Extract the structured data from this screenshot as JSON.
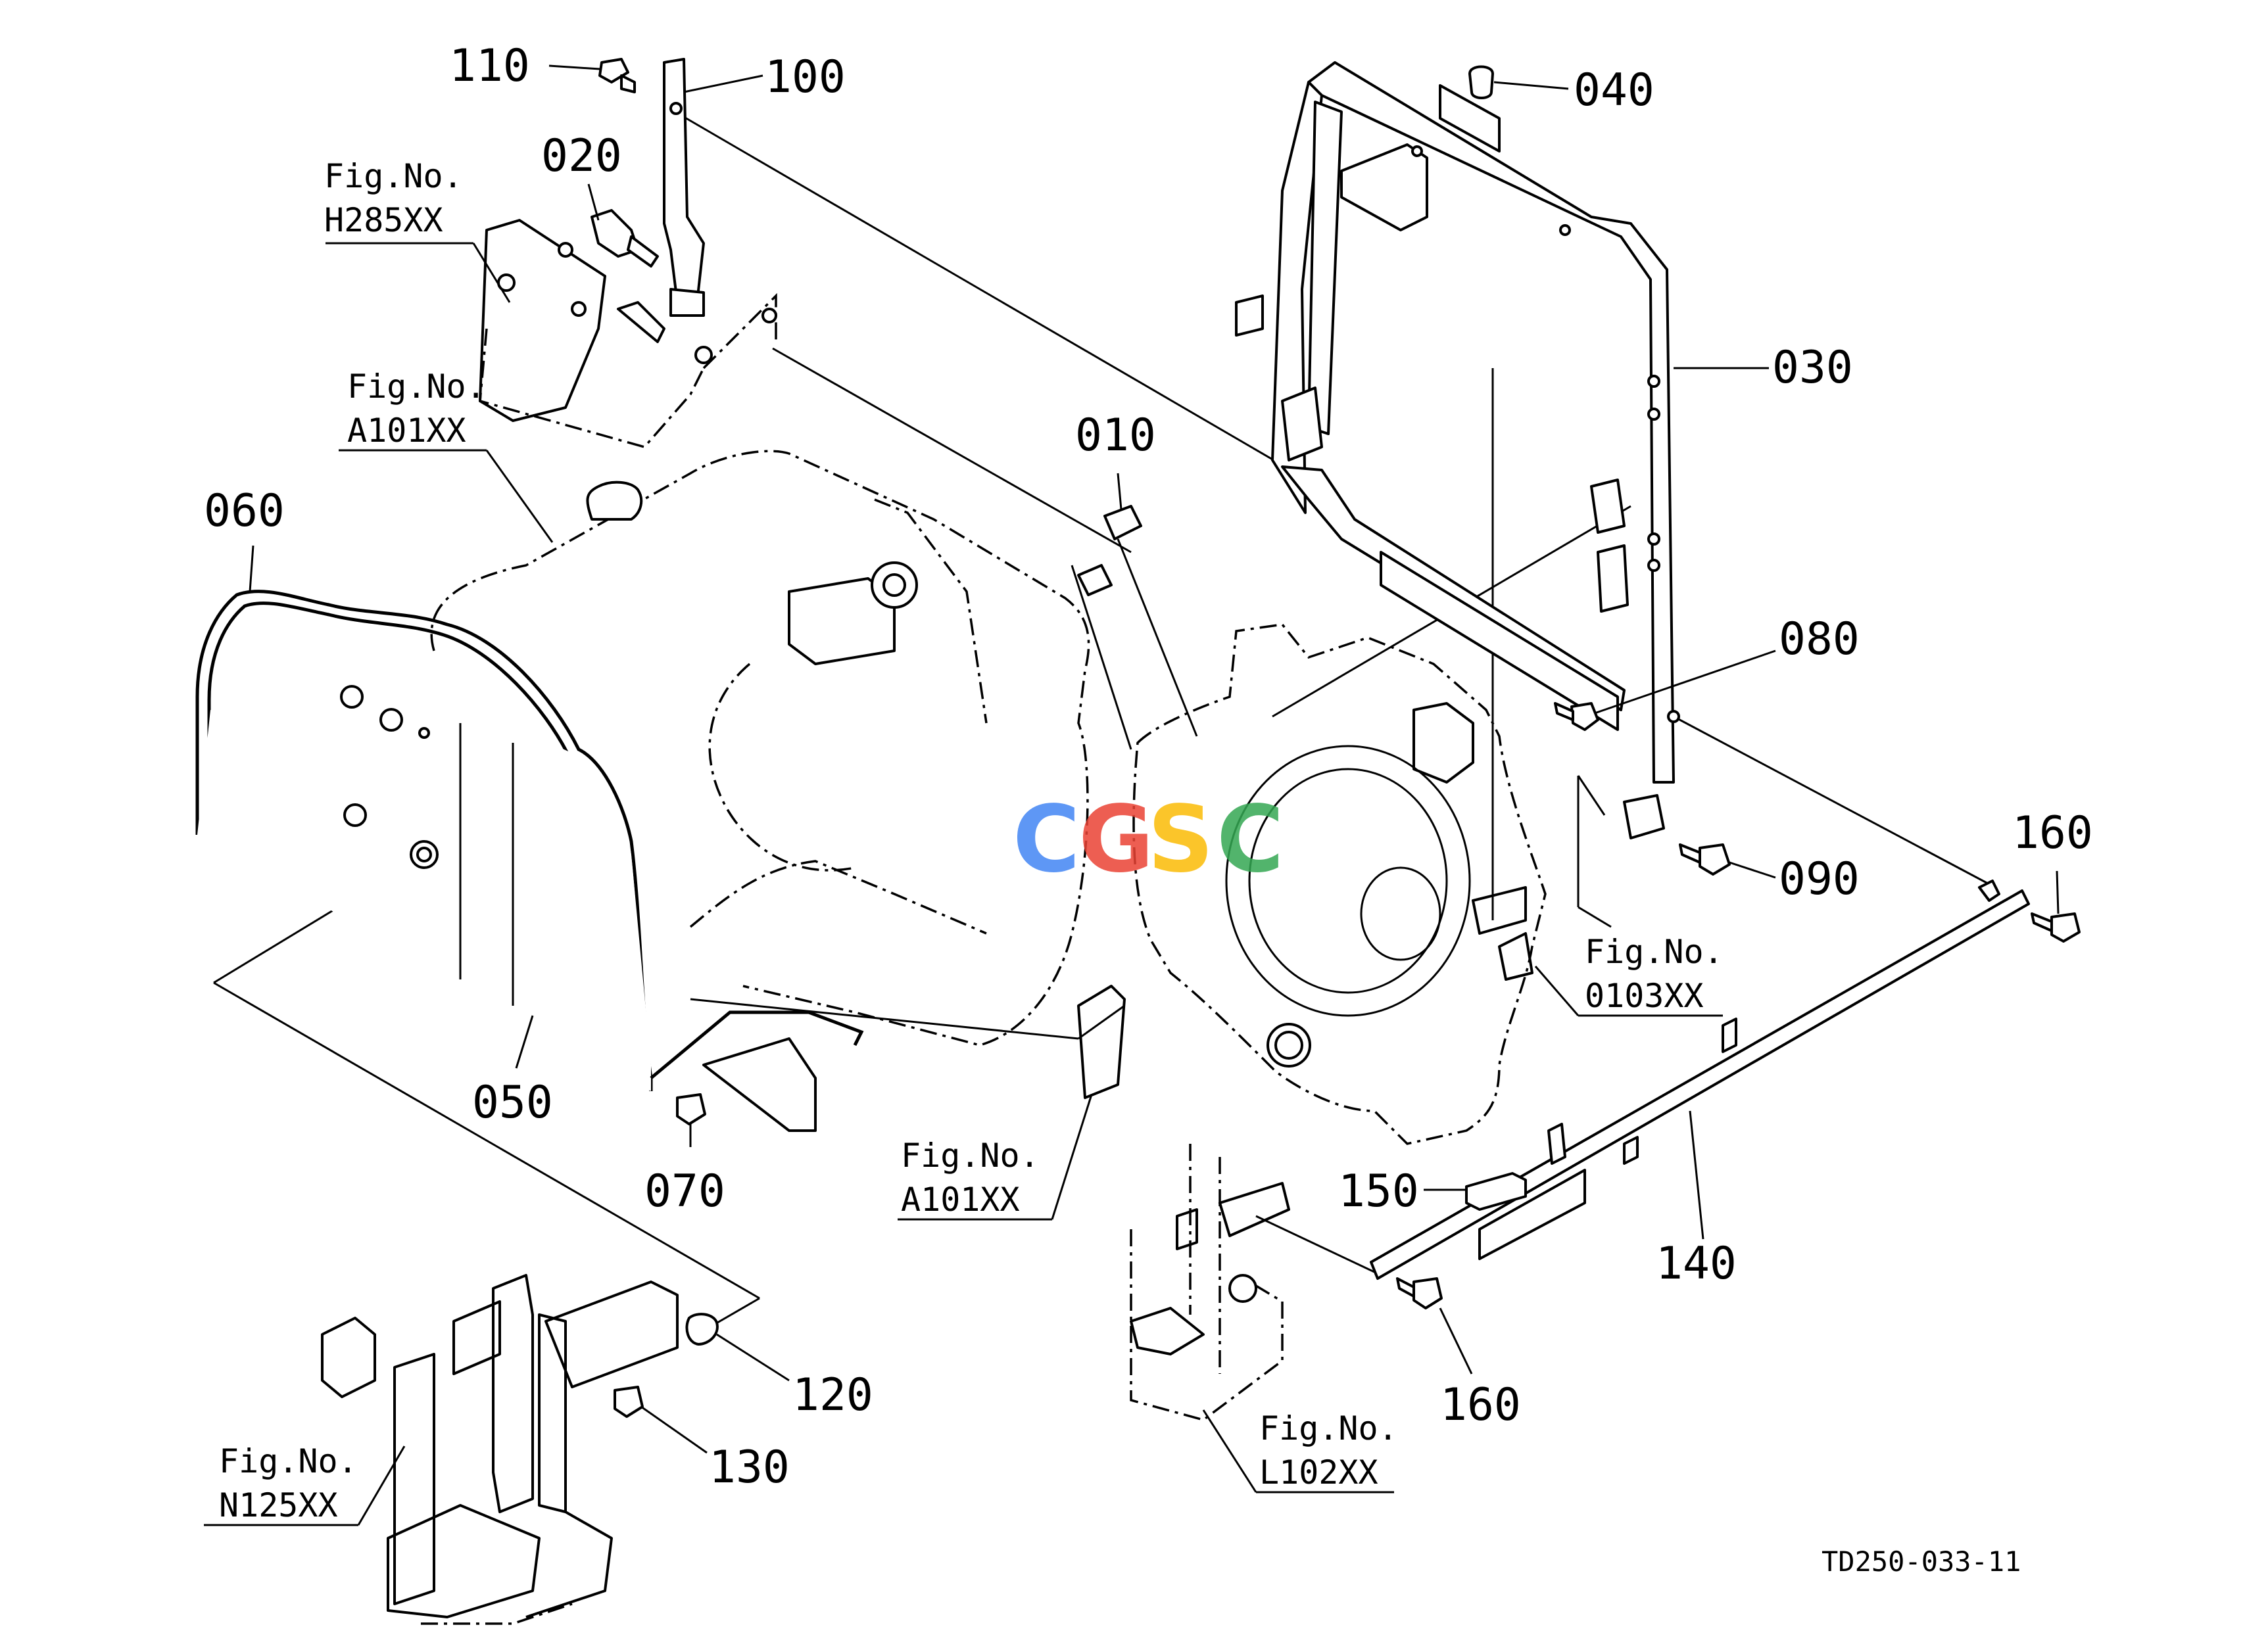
{
  "diagram_code": "TD250-033-11",
  "watermark": "CGSC",
  "watermark_colors": [
    "#4285F4",
    "#EA4335",
    "#FBBC05",
    "#34A853",
    "#4CAF7A"
  ],
  "callouts": [
    {
      "id": "p110",
      "label": "110"
    },
    {
      "id": "p100",
      "label": "100"
    },
    {
      "id": "p020",
      "label": "020"
    },
    {
      "id": "p040",
      "label": "040"
    },
    {
      "id": "p030",
      "label": "030"
    },
    {
      "id": "p010",
      "label": "010"
    },
    {
      "id": "p060",
      "label": "060"
    },
    {
      "id": "p080",
      "label": "080"
    },
    {
      "id": "p090",
      "label": "090"
    },
    {
      "id": "p160a",
      "label": "160"
    },
    {
      "id": "p050",
      "label": "050"
    },
    {
      "id": "p070",
      "label": "070"
    },
    {
      "id": "p150",
      "label": "150"
    },
    {
      "id": "p140",
      "label": "140"
    },
    {
      "id": "p160b",
      "label": "160"
    },
    {
      "id": "p120",
      "label": "120"
    },
    {
      "id": "p130",
      "label": "130"
    }
  ],
  "fig_refs": [
    {
      "id": "h285",
      "prefix": "Fig.No.",
      "code": "H285XX"
    },
    {
      "id": "a101a",
      "prefix": "Fig.No.",
      "code": "A101XX"
    },
    {
      "id": "a101b",
      "prefix": "Fig.No.",
      "code": "A101XX"
    },
    {
      "id": "o103",
      "prefix": "Fig.No.",
      "code": "0103XX"
    },
    {
      "id": "n125",
      "prefix": "Fig.No.",
      "code": "N125XX"
    },
    {
      "id": "l102",
      "prefix": "Fig.No.",
      "code": "L102XX"
    }
  ]
}
